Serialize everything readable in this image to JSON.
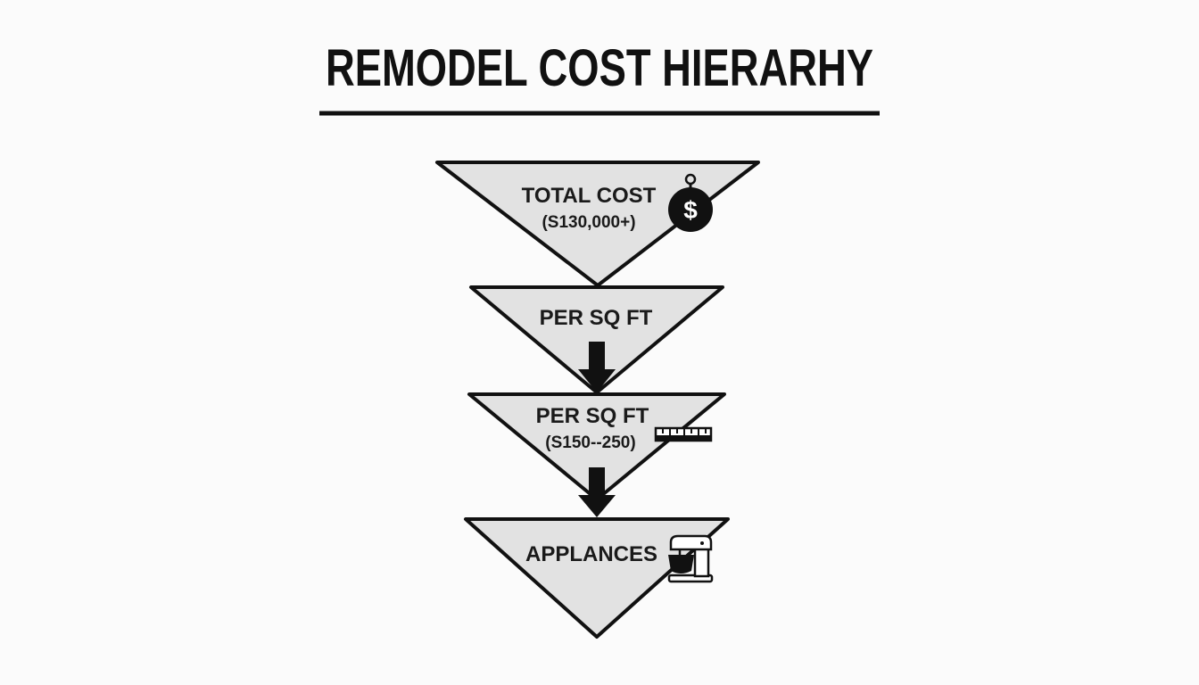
{
  "title": "REMODEL COST HIERARHY",
  "tiers": [
    {
      "label": "TOTAL COST",
      "sublabel": "(S130,000+)",
      "icon": "money-bag-icon"
    },
    {
      "label": "PER SQ FT",
      "sublabel": "",
      "icon": ""
    },
    {
      "label": "PER SQ FT",
      "sublabel": "(S150--250)",
      "icon": "ruler-icon"
    },
    {
      "label": "APPLANCES",
      "sublabel": "",
      "icon": "stand-mixer-icon"
    }
  ],
  "colors": {
    "background": "#fbfbfb",
    "triangle_fill": "#e2e2e2",
    "stroke": "#111111",
    "text": "#1a1a1a"
  }
}
